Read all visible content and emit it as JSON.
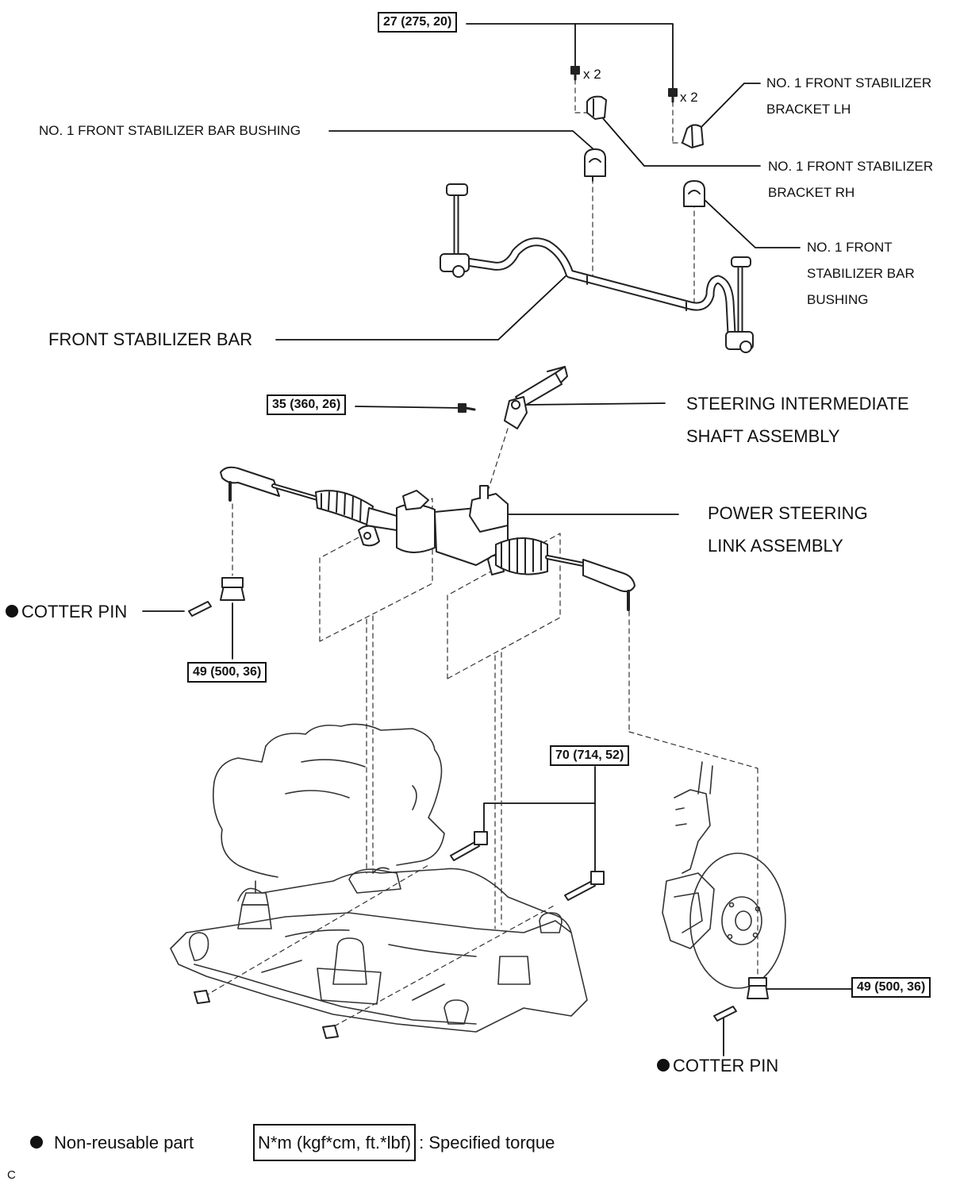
{
  "labels": {
    "stab_bracket_lh": [
      "NO. 1 FRONT STABILIZER",
      "BRACKET LH"
    ],
    "stab_bracket_rh": [
      "NO. 1 FRONT STABILIZER",
      "BRACKET RH"
    ],
    "stab_bushing_left": "NO. 1 FRONT STABILIZER BAR BUSHING",
    "stab_bushing_right": [
      "NO. 1 FRONT",
      "STABILIZER BAR",
      "BUSHING"
    ],
    "front_stabilizer_bar": "FRONT STABILIZER BAR",
    "steering_shaft": [
      "STEERING INTERMEDIATE",
      "SHAFT ASSEMBLY"
    ],
    "power_steering": [
      "POWER STEERING",
      "LINK ASSEMBLY"
    ],
    "cotter_pin_left": "COTTER PIN",
    "cotter_pin_right": "COTTER PIN",
    "qty_1": "x 2",
    "qty_2": "x 2"
  },
  "torques": {
    "t1": "27 (275, 20)",
    "t2": "35 (360, 26)",
    "t3": "49 (500, 36)",
    "t4": "70 (714, 52)",
    "t5": "49 (500, 36)"
  },
  "legend": {
    "non_reusable": "Non-reusable part",
    "torque_unit": "N*m (kgf*cm, ft.*lbf)",
    "torque_desc": ": Specified torque"
  },
  "corner_code": "C"
}
